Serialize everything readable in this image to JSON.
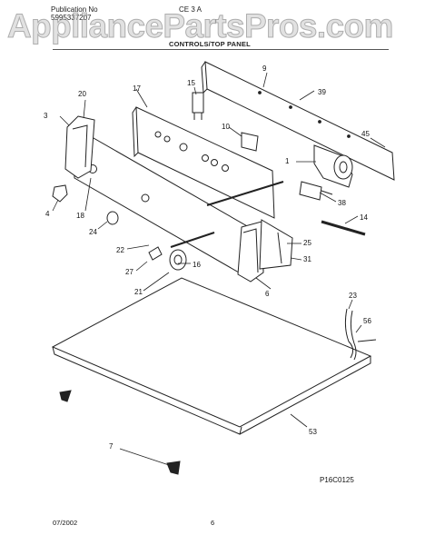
{
  "header": {
    "line1": "Publication No",
    "line2": "5995337207",
    "model": "CE 3 A",
    "title": "CONTROLS/TOP PANEL"
  },
  "watermark": "AppliancePartsPros.com",
  "diagram_code": "P16C0125",
  "footer": {
    "date": "07/2002",
    "page": "6"
  },
  "callouts": {
    "c1": "1",
    "c3": "3",
    "c4": "4",
    "c6": "6",
    "c7": "7",
    "c9": "9",
    "c10": "10",
    "c14": "14",
    "c15": "15",
    "c16": "16",
    "c17": "17",
    "c18": "18",
    "c20": "20",
    "c21": "21",
    "c22": "22",
    "c23": "23",
    "c24": "24",
    "c25": "25",
    "c27": "27",
    "c31": "31",
    "c38": "38",
    "c39": "39",
    "c45": "45",
    "c53": "53",
    "c56": "56"
  }
}
